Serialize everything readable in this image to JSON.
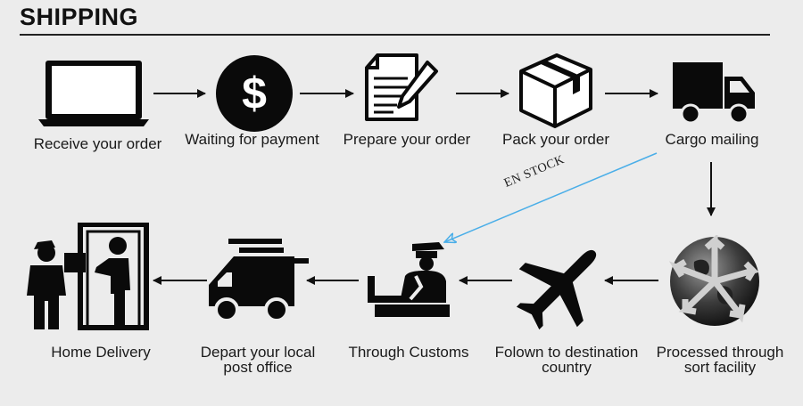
{
  "header": {
    "title": "SHIPPING"
  },
  "steps": {
    "receive": {
      "label": "Receive your order",
      "icon": "laptop-icon"
    },
    "payment": {
      "label": "Waiting for payment",
      "icon": "dollar-icon"
    },
    "prepare": {
      "label": "Prepare your order",
      "icon": "document-pen-icon"
    },
    "pack": {
      "label": "Pack your order",
      "icon": "box-icon"
    },
    "cargo": {
      "label": "Cargo mailing",
      "icon": "truck-icon"
    },
    "sort": {
      "label_line1": "Processed through",
      "label_line2": "sort facility",
      "icon": "globe-arrows-icon"
    },
    "flight": {
      "label_line1": "Folown to destination",
      "label_line2": "country",
      "icon": "airplane-icon"
    },
    "customs": {
      "label": "Through Customs",
      "icon": "customs-officer-icon"
    },
    "depart": {
      "label_line1": "Depart your local",
      "label_line2": "post office",
      "icon": "fast-truck-icon"
    },
    "home": {
      "label": "Home Delivery",
      "icon": "door-delivery-icon"
    }
  },
  "annotation": {
    "text": "EN STOCK",
    "color": "#4aaee8"
  },
  "colors": {
    "icon": "#0a0a0a",
    "background": "#ececec"
  }
}
